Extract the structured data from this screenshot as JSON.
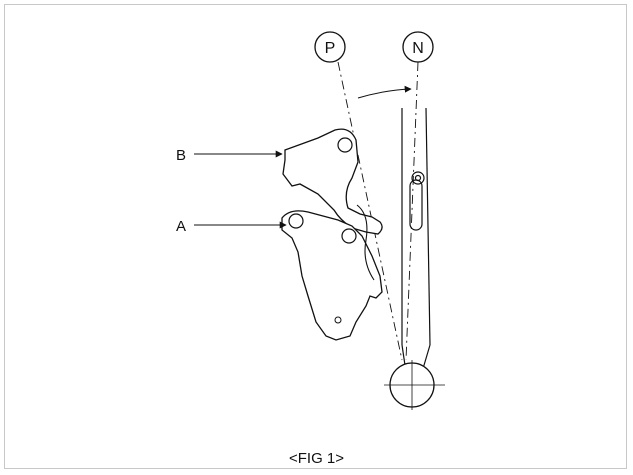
{
  "labels": {
    "p": "P",
    "n": "N",
    "b": "B",
    "a": "A"
  },
  "caption": "<FIG 1>",
  "colors": {
    "line": "#111111",
    "frame": "#c8c8c8",
    "background": "#ffffff"
  }
}
